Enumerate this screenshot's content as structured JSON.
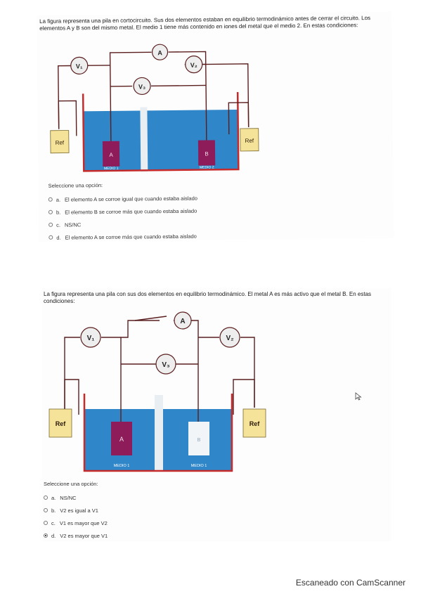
{
  "question1": {
    "text": "La figura representa una pila en cortocircuito. Sus dos elementos estaban en equilibrio termodinámico antes de cerrar el circuito. Los elementos A y B son del mismo metal. El medio 1 tiene más contenido en iones del metal que el medio 2. En estas condiciones:",
    "diagram": {
      "ammeter": "A",
      "voltmeter1": "V₁",
      "voltmeter2": "V₂",
      "voltmeter3": "V₃",
      "ref_left": "Ref",
      "ref_right": "Ref",
      "electrode_left": "A",
      "electrode_right": "B",
      "medium_left": "MEDIO 1",
      "medium_right": "MEDIO 2"
    },
    "prompt": "Seleccione una opción:",
    "options": [
      {
        "letter": "a.",
        "text": "El elemento A se corroe igual que cuando estaba aislado"
      },
      {
        "letter": "b.",
        "text": "El elemento B se corroe más que cuando estaba aislado"
      },
      {
        "letter": "c.",
        "text": "NS/NC"
      },
      {
        "letter": "d.",
        "text": "El elemento A se corroe más que cuando estaba aislado"
      }
    ]
  },
  "question2": {
    "text": "La figura representa una pila con sus dos elementos en equilibrio termodinámico. El metal A es más activo que el metal B. En estas condiciones:",
    "diagram": {
      "ammeter": "A",
      "voltmeter1": "V₁",
      "voltmeter2": "V₂",
      "voltmeter3": "V₃",
      "ref_left": "Ref",
      "ref_right": "Ref",
      "electrode_left": "A",
      "electrode_right": "B",
      "medium_left": "MEDIO 1",
      "medium_right": "MEDIO 1"
    },
    "prompt": "Seleccione una opción:",
    "options": [
      {
        "letter": "a.",
        "text": "NS/NC"
      },
      {
        "letter": "b.",
        "text": "V2 es igual a V1"
      },
      {
        "letter": "c.",
        "text": "V1 es mayor que V2"
      },
      {
        "letter": "d.",
        "text": "V2 es mayor que V1",
        "selected": true
      }
    ]
  },
  "footer": "Escaneado con CamScanner",
  "colors": {
    "solution": "#2f86c8",
    "tank_wall": "#c62a2a",
    "wire": "#5a1e1e",
    "ref_box": "#f6e39a",
    "electrode_a": "#8e1c5a",
    "electrode_b2": "#f1f5f8"
  }
}
